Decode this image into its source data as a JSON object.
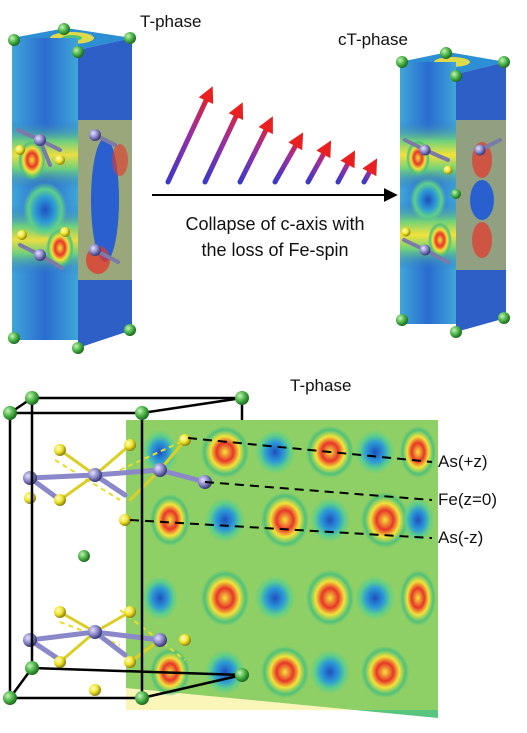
{
  "top_panel": {
    "left_label": "T-phase",
    "right_label": "cT-phase",
    "caption_line1": "Collapse of c-axis with",
    "caption_line2": "the loss of Fe-spin"
  },
  "bottom_panel": {
    "label": "T-phase",
    "sites": [
      "As(+z)",
      "Fe(z=0)",
      "As(-z)"
    ]
  },
  "colors": {
    "map_high": "#e8352a",
    "map_mid": "#f3e23a",
    "map_low": "#2c6fd6",
    "atom_corner": "#4cb648",
    "atom_as": "#f0e52a",
    "atom_fe": "#8a88c8",
    "arrow_start": "#3b38c8",
    "arrow_end": "#e82020"
  }
}
